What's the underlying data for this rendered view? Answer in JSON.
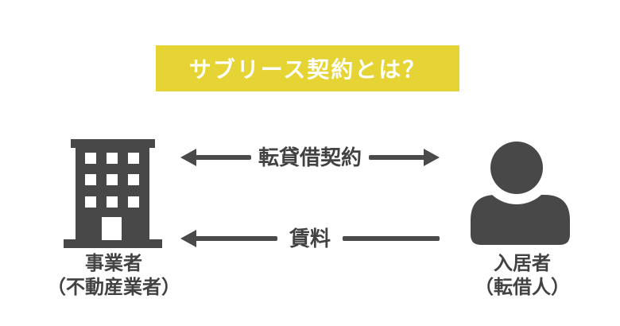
{
  "title": {
    "text": "サブリース契約とは？"
  },
  "colors": {
    "banner_background": "#e6d334",
    "banner_text": "#ffffff",
    "icon_dark": "#484848",
    "arrow_dark": "#4a4a4a",
    "label_text": "#424242",
    "page_background": "#ffffff"
  },
  "entities": {
    "left": {
      "icon": "building-icon",
      "name": "事業者",
      "subname": "（不動産業者）"
    },
    "right": {
      "icon": "person-icon",
      "name": "入居者",
      "subname": "（転借人）"
    }
  },
  "relations": {
    "top": {
      "label": "転貸借契約",
      "direction": "both",
      "from": "事業者",
      "to": "入居者"
    },
    "bottom": {
      "label": "賃料",
      "direction": "left",
      "from": "入居者",
      "to": "事業者"
    }
  }
}
